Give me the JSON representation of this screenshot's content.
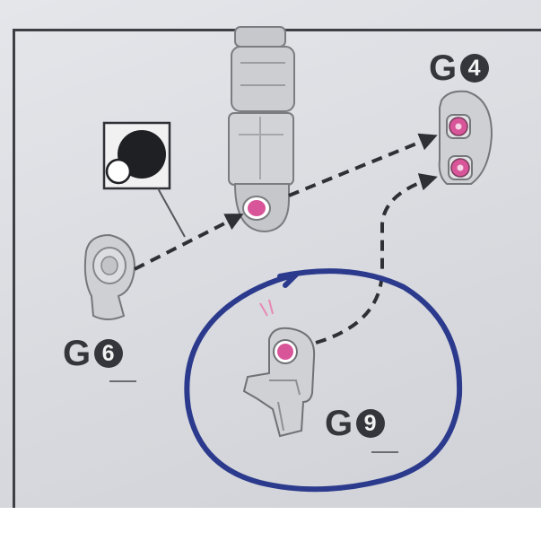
{
  "labels": {
    "g4": {
      "letter": "G",
      "number": "4"
    },
    "g6": {
      "letter": "G",
      "number": "6"
    },
    "g9": {
      "letter": "G",
      "number": "9"
    }
  },
  "colors": {
    "ink": "#34363b",
    "peg_pink": "#d9559a",
    "circle_blue": "#2b3a8c",
    "part_gray": "#c9cacd"
  },
  "icons": [
    "ball-joint-detail-icon",
    "arrow-icon"
  ]
}
